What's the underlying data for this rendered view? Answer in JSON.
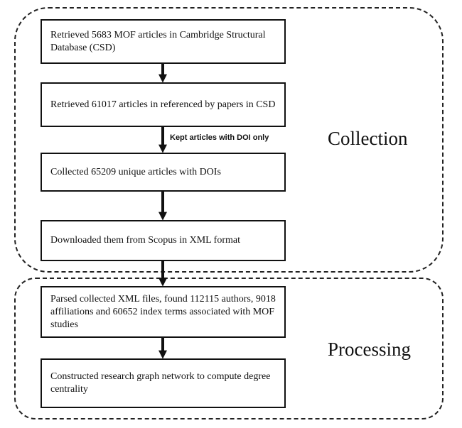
{
  "groups": {
    "collection": {
      "label": "Collection"
    },
    "processing": {
      "label": "Processing"
    }
  },
  "steps": [
    {
      "text": "Retrieved 5683 MOF articles in Cambridge Structural Database (CSD)"
    },
    {
      "text": "Retrieved 61017 articles in referenced by papers in CSD"
    },
    {
      "text": "Collected 65209 unique articles with DOIs"
    },
    {
      "text": "Downloaded them from Scopus in XML format"
    },
    {
      "text": "Parsed collected XML files, found 112115 authors, 9018 affiliations and 60652 index terms associated with MOF studies"
    },
    {
      "text": "Constructed research graph network to compute degree centrality"
    }
  ],
  "annotations": {
    "doi_filter": "Kept articles with DOI only"
  }
}
